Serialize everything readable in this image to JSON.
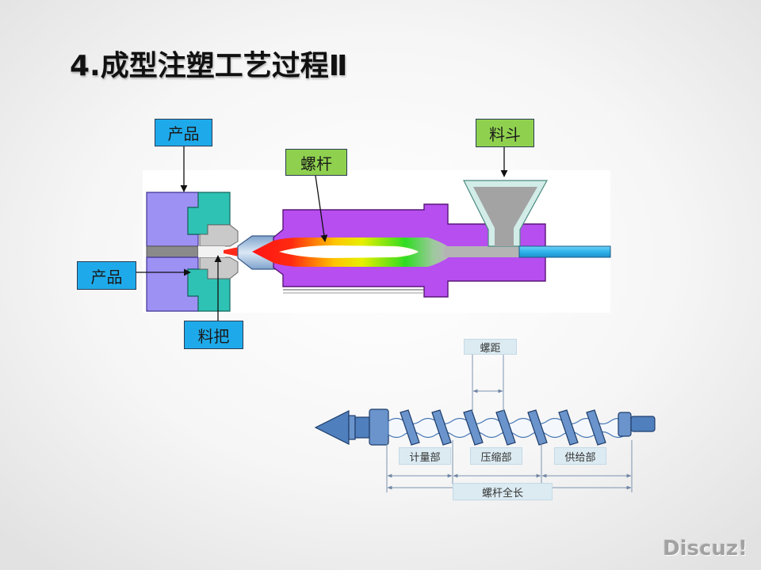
{
  "title": "4.成型注塑工艺过程Ⅱ",
  "labels": {
    "product_top": "产品",
    "screw": "螺杆",
    "hopper": "料斗",
    "product_left": "产品",
    "sprue": "料把"
  },
  "screw_diagram": {
    "pitch": "螺距",
    "metering": "计量部",
    "compression": "压缩部",
    "feed": "供给部",
    "total_length": "螺杆全长"
  },
  "watermark": "Discuz!",
  "colors": {
    "blue_label": "#1eaaea",
    "green_label": "#8fd14f",
    "dim_label": "#dcebf2",
    "mold_purple": "#9d91f4",
    "barrel_purple": "#b64ef0",
    "insert_teal": "#2ec2b4",
    "screw_steel": "#4f7fbd"
  }
}
